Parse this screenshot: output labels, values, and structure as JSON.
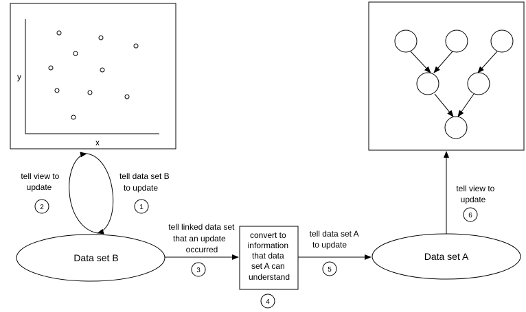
{
  "scatter_view": {
    "x_label": "x",
    "y_label": "y"
  },
  "links": {
    "view_to_b": [
      "tell data set B",
      "to update"
    ],
    "b_to_view": [
      "tell view to",
      "update"
    ],
    "b_to_converter": [
      "tell linked data set",
      "that an update",
      "occurred"
    ],
    "converter_to_a": [
      "tell data set A",
      "to update"
    ],
    "a_to_view": [
      "tell view to",
      "update"
    ]
  },
  "converter": [
    "convert to",
    "information",
    "that data",
    "set A can",
    "understand"
  ],
  "datasets": {
    "b": "Data set B",
    "a": "Data set A"
  },
  "steps": [
    "1",
    "2",
    "3",
    "4",
    "5",
    "6"
  ]
}
